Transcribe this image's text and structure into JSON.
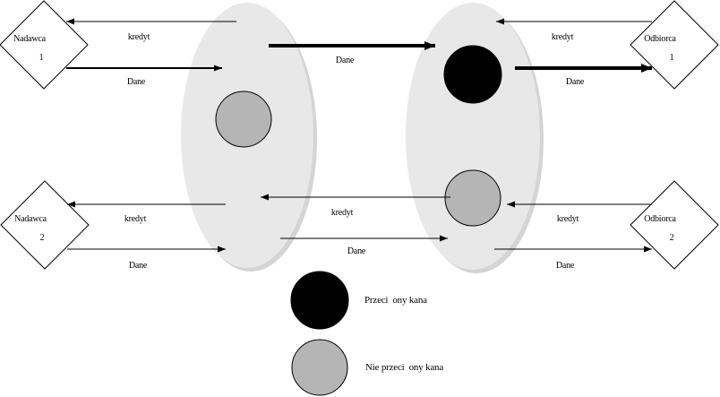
{
  "diagram": {
    "nodes": {
      "sender1": {
        "name": "Nadawca",
        "number": "1"
      },
      "receiver1": {
        "name": "Odbiorca",
        "number": "1"
      },
      "sender2": {
        "name": "Nadawca",
        "number": "2"
      },
      "receiver2": {
        "name": "Odbiorca",
        "number": "2"
      }
    },
    "labels": {
      "credit": "kredyt",
      "data": "Dane"
    },
    "legend": {
      "congested": "Przeci  ony kana",
      "not_congested": "Nie przeci  ony kana"
    },
    "colors": {
      "channel_fill": "#e8e8e8",
      "channel_shadow": "#d4d4d4",
      "idle_node_fill": "#b5b5b5",
      "congested_node_fill": "#000000",
      "line": "#000000"
    }
  }
}
